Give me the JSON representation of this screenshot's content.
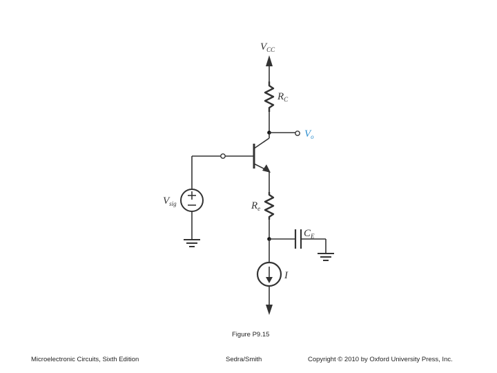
{
  "diagram": {
    "labels": {
      "vcc": {
        "main": "V",
        "sub": "CC"
      },
      "rc": {
        "main": "R",
        "sub": "C"
      },
      "vo": {
        "main": "V",
        "sub": "o"
      },
      "vsig": {
        "main": "V",
        "sub": "sig"
      },
      "re": {
        "main": "R",
        "sub": "e"
      },
      "ce": {
        "main": "C",
        "sub": "E"
      },
      "i": {
        "main": "I"
      }
    },
    "label_color_vo": "#2e8fcf",
    "wire_color": "#333333"
  },
  "caption": "Figure P9.15",
  "footer": {
    "left": "Microelectronic Circuits, Sixth Edition",
    "middle": "Sedra/Smith",
    "right": "Copyright © 2010 by Oxford University Press, Inc."
  }
}
